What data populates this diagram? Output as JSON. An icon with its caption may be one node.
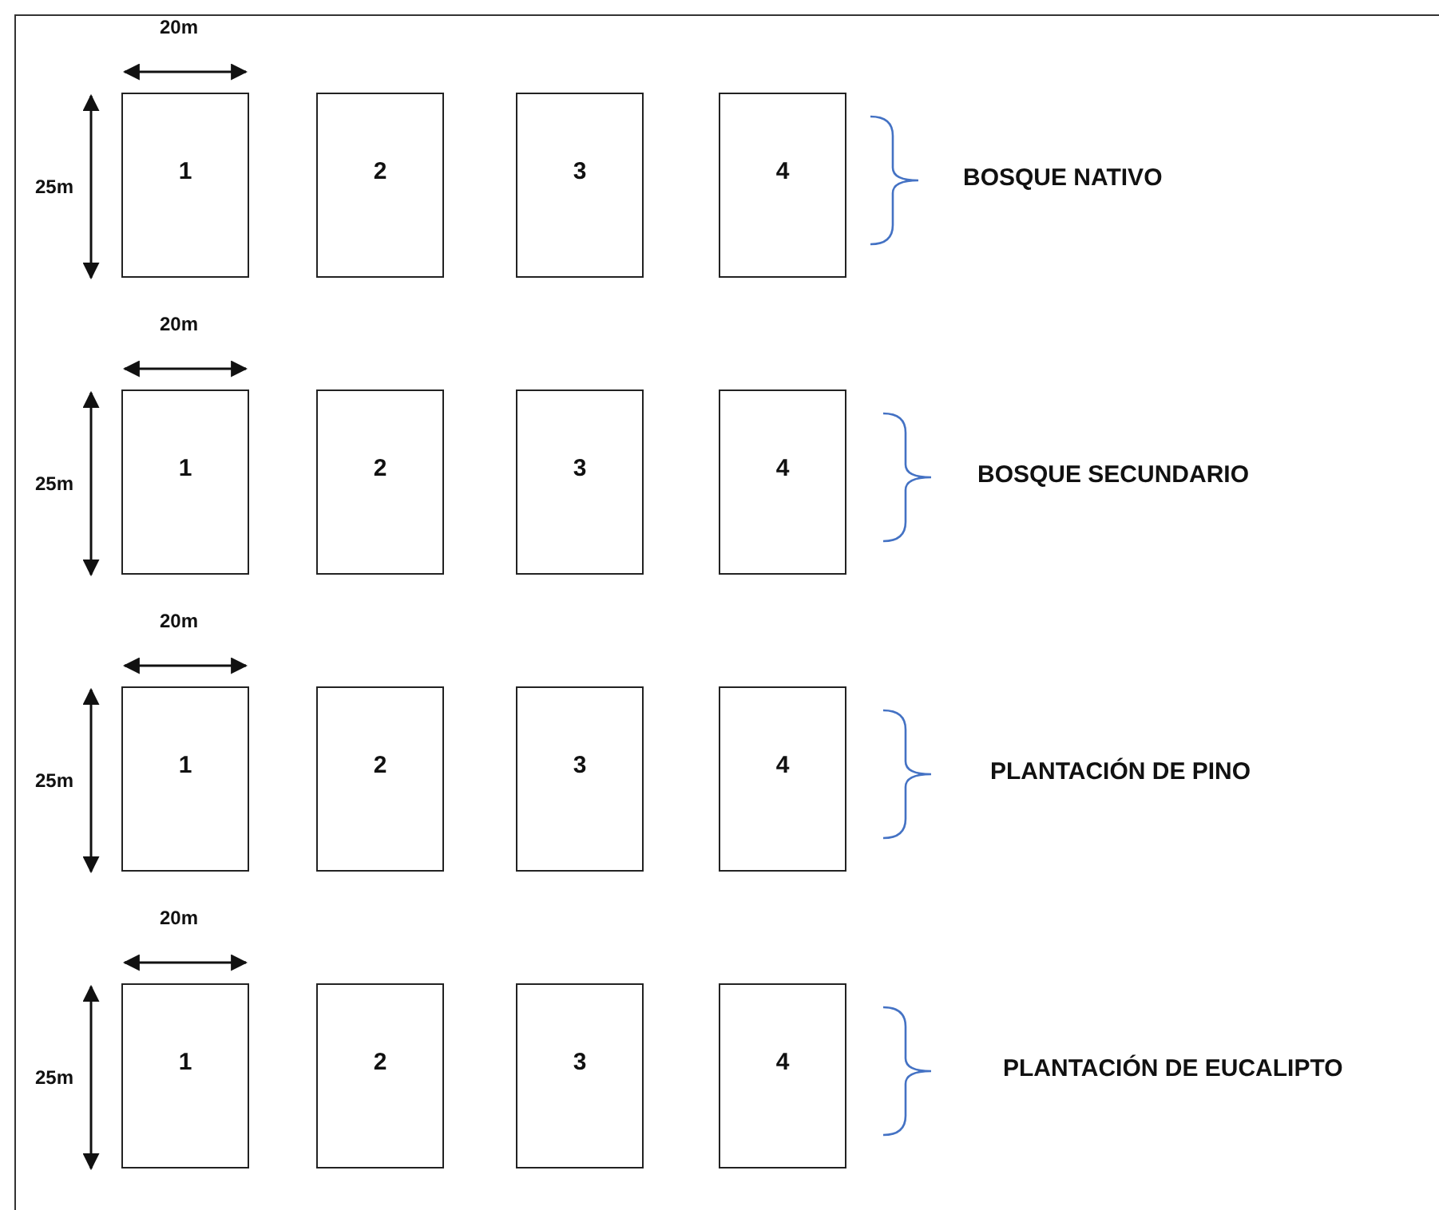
{
  "diagram": {
    "nodes": [
      {
        "text": [
          "1"
        ]
      },
      {
        "text": [
          "2"
        ]
      },
      {
        "text": [
          "3"
        ]
      },
      {
        "text": [
          "4"
        ]
      },
      {
        "text": [
          "1"
        ]
      },
      {
        "text": [
          "2"
        ]
      },
      {
        "text": [
          "3"
        ]
      },
      {
        "text": [
          "4"
        ]
      },
      {
        "text": [
          "1"
        ]
      },
      {
        "text": [
          "2"
        ]
      },
      {
        "text": [
          "3"
        ]
      },
      {
        "text": [
          "4"
        ]
      },
      {
        "text": [
          "1"
        ]
      },
      {
        "text": [
          "2"
        ]
      },
      {
        "text": [
          "3"
        ]
      },
      {
        "text": [
          "4"
        ]
      }
    ],
    "labels": [
      "20m",
      "25m",
      "BOSQUE NATIVO",
      "20m",
      "25m",
      "BOSQUE SECUNDARIO",
      "20m",
      "25m",
      "PLANTACIÓN DE PINO",
      "20m",
      "25m",
      "PLANTACIÓN DE EUCALIPTO"
    ]
  }
}
